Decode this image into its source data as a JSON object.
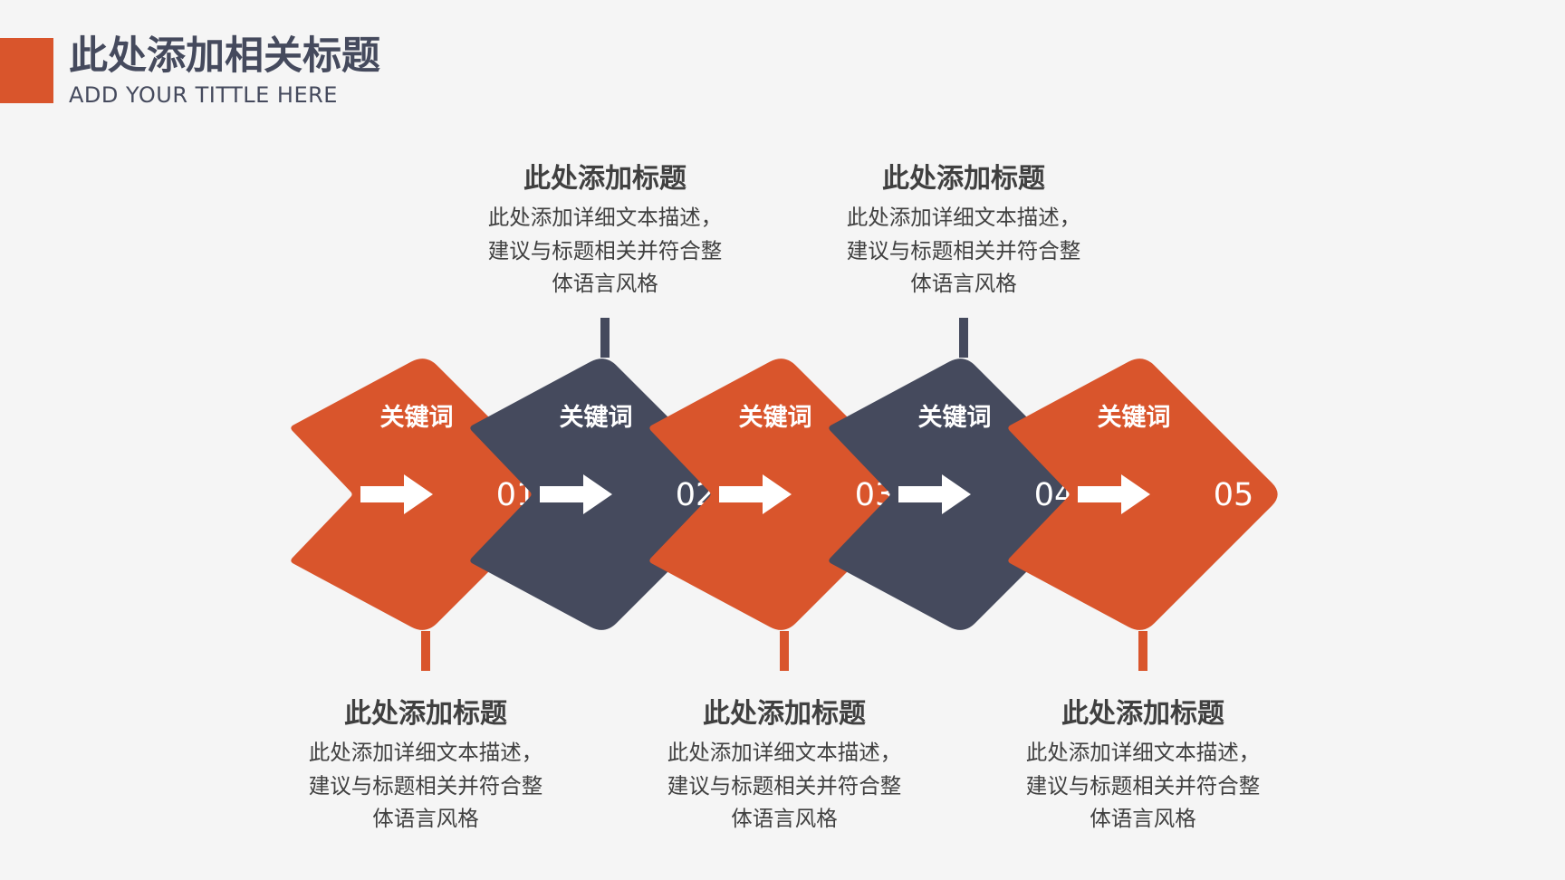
{
  "header": {
    "title": "此处添加相关标题",
    "subtitle": "ADD YOUR TITTLE HERE",
    "accent_color": "#d9552c"
  },
  "colors": {
    "orange": "#d9552c",
    "navy": "#454a5d",
    "arrow": "#ffffff",
    "text": "#404040"
  },
  "steps": [
    {
      "keyword": "关键词",
      "number": "01",
      "color": "orange",
      "text_position": "bottom"
    },
    {
      "keyword": "关键词",
      "number": "02",
      "color": "navy",
      "text_position": "top"
    },
    {
      "keyword": "关键词",
      "number": "03",
      "color": "orange",
      "text_position": "bottom"
    },
    {
      "keyword": "关键词",
      "number": "04",
      "color": "navy",
      "text_position": "top"
    },
    {
      "keyword": "关键词",
      "number": "05",
      "color": "orange",
      "text_position": "bottom"
    }
  ],
  "text_blocks": [
    {
      "title": "此处添加标题",
      "lines": [
        "此处添加详细文本描述，",
        "建议与标题相关并符合整",
        "体语言风格"
      ]
    },
    {
      "title": "此处添加标题",
      "lines": [
        "此处添加详细文本描述，",
        "建议与标题相关并符合整",
        "体语言风格"
      ]
    },
    {
      "title": "此处添加标题",
      "lines": [
        "此处添加详细文本描述，",
        "建议与标题相关并符合整",
        "体语言风格"
      ]
    },
    {
      "title": "此处添加标题",
      "lines": [
        "此处添加详细文本描述，",
        "建议与标题相关并符合整",
        "体语言风格"
      ]
    },
    {
      "title": "此处添加标题",
      "lines": [
        "此处添加详细文本描述，",
        "建议与标题相关并符合整",
        "体语言风格"
      ]
    }
  ]
}
